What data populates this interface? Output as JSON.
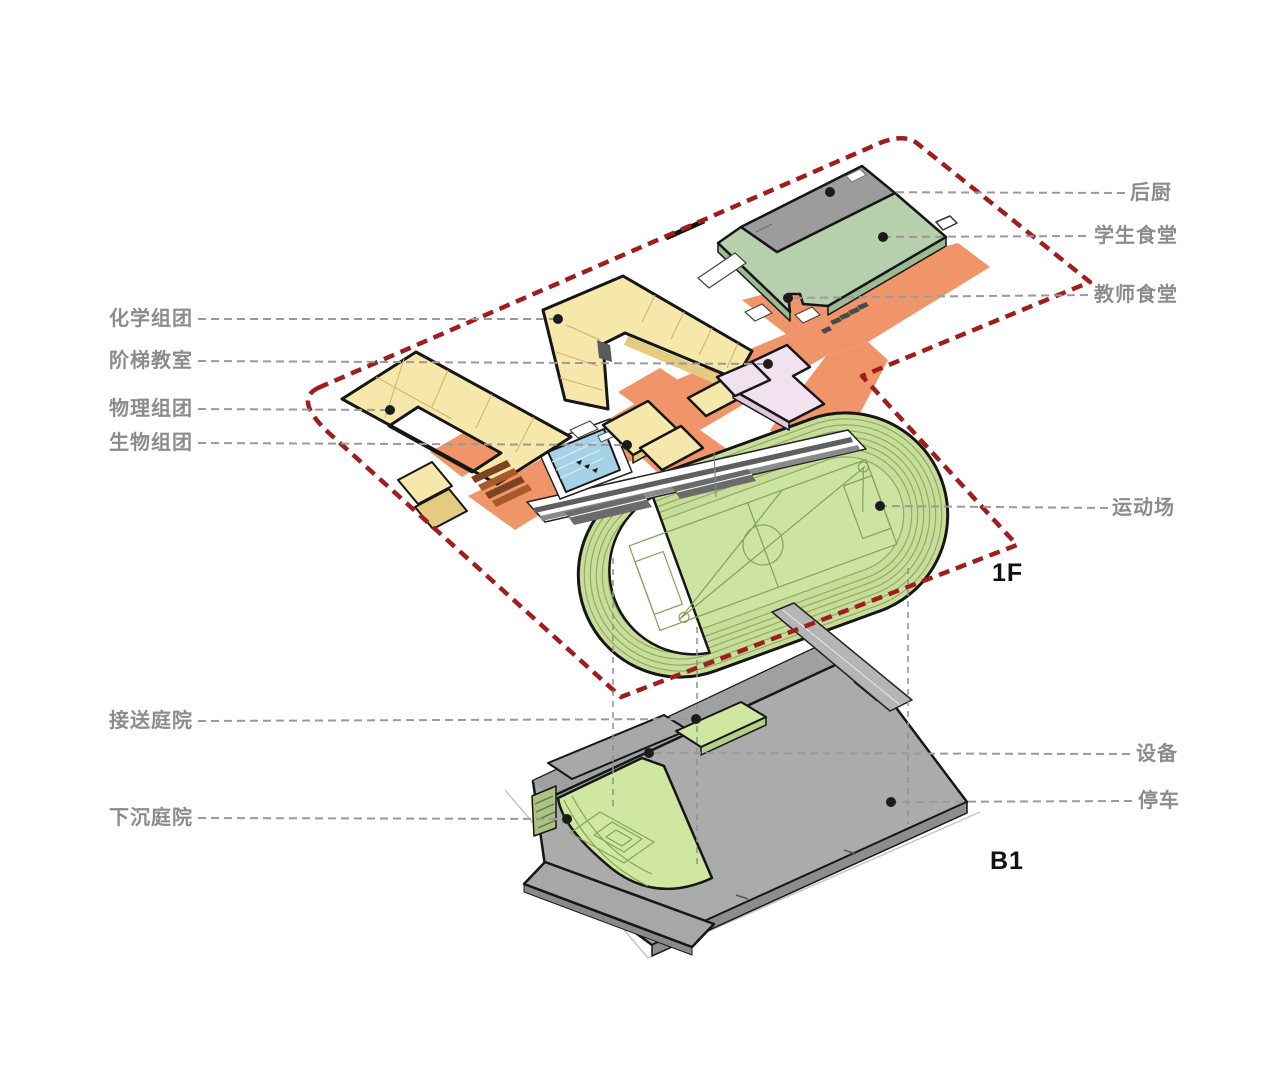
{
  "callouts": {
    "houchu": {
      "label": "后厨"
    },
    "xuesheng": {
      "label": "学生食堂"
    },
    "jiaoshi": {
      "label": "教师食堂"
    },
    "yundong": {
      "label": "运动场"
    },
    "shebei": {
      "label": "设备"
    },
    "tingche": {
      "label": "停车"
    },
    "huaxue": {
      "label": "化学组团"
    },
    "jieti": {
      "label": "阶梯教室"
    },
    "wuli": {
      "label": "物理组团"
    },
    "shengwu": {
      "label": "生物组团"
    },
    "jiesong": {
      "label": "接送庭院"
    },
    "xiachen": {
      "label": "下沉庭院"
    }
  },
  "floors": {
    "f1": "1F",
    "b1": "B1"
  },
  "colors": {
    "background": "#ffffff",
    "boundary-red": "#9e1e1e",
    "callout-grey": "#8c8c8c",
    "line-grey": "#9a9a9a",
    "dot-black": "#1c1c1c",
    "plaza-orange": "#f0946a",
    "building-yellow": "#f6e8ab",
    "building-yellow-side": "#e3cc82",
    "canteen-grey": "#9c9c9c",
    "canteen-green": "#b6cfad",
    "canteen-green-side": "#9dbb93",
    "building-pink": "#f2e2f0",
    "building-pink-side": "#dfc9dd",
    "pool-blue": "#a6d2e8",
    "track-green": "#c9dd9a",
    "track-line-green": "#8fac63",
    "field-line-green": "#84a158",
    "slab-grey": "#ababab",
    "slab-grey-dark": "#8d8d8d",
    "court-green": "#cfe7a0",
    "bench-brown": "#7d421f",
    "bench-brown-light": "#a85a2c",
    "bleacher-grey": "#6b6b6b",
    "outline-black": "#161616",
    "floor-tag-black": "#111111"
  }
}
